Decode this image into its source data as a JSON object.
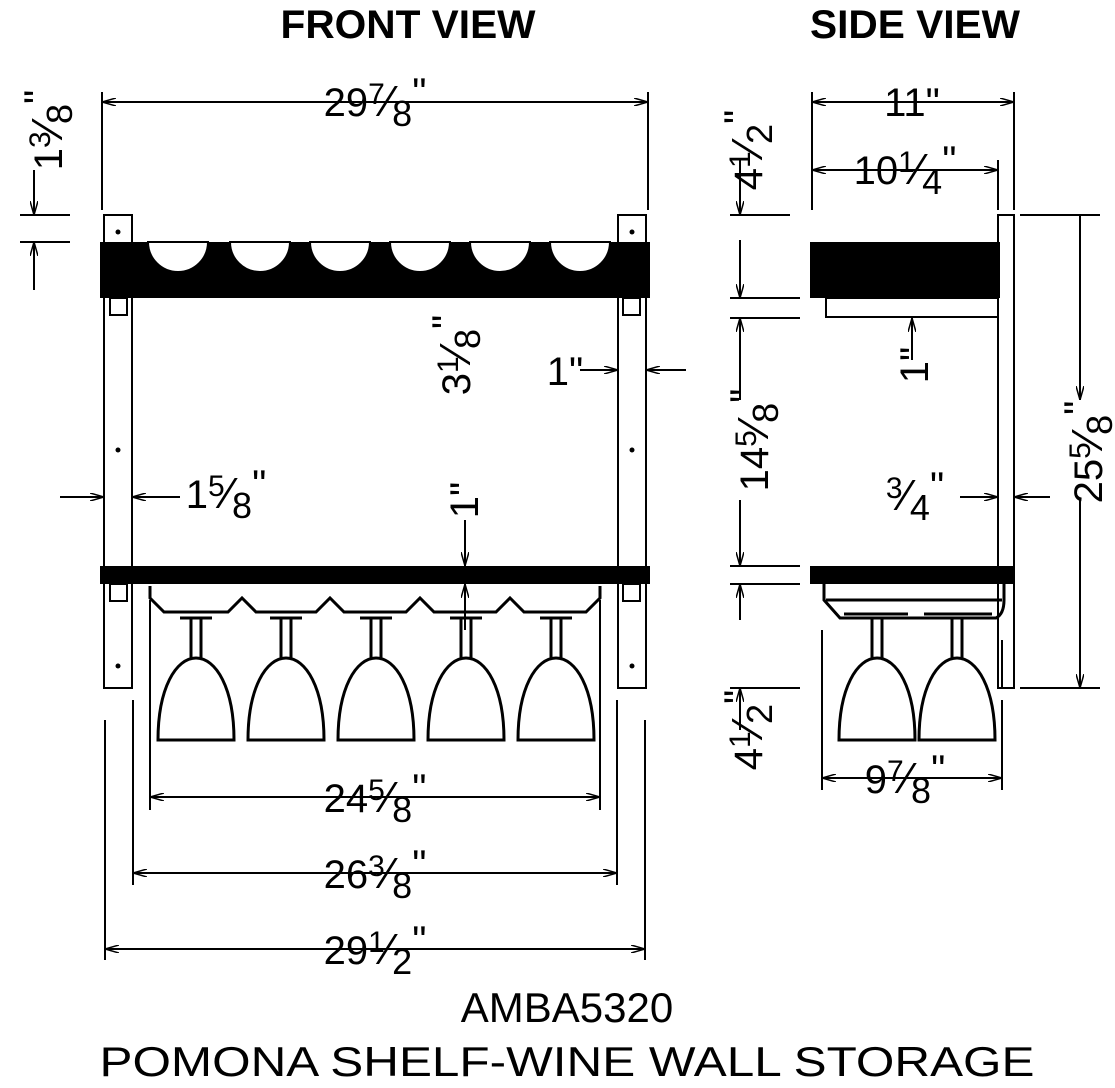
{
  "titles": {
    "front": "FRONT VIEW",
    "side": "SIDE VIEW"
  },
  "footer": {
    "model": "AMBA5320",
    "name": "POMONA SHELF-WINE WALL STORAGE"
  },
  "dimensions": {
    "front_overall_width": {
      "whole": "29",
      "num": "7",
      "den": "8"
    },
    "front_top_offset": {
      "whole": "1",
      "num": "3",
      "den": "8"
    },
    "front_shelf_depth": {
      "whole": "3",
      "num": "1",
      "den": "8"
    },
    "front_post_width": {
      "whole": "1",
      "num": "",
      "den": ""
    },
    "front_post_inset": {
      "whole": "1",
      "num": "5",
      "den": "8"
    },
    "front_bottom_shelf": {
      "whole": "1",
      "num": "",
      "den": ""
    },
    "front_hanger_width": {
      "whole": "24",
      "num": "5",
      "den": "8"
    },
    "front_inner_width": {
      "whole": "26",
      "num": "3",
      "den": "8"
    },
    "front_base_width": {
      "whole": "29",
      "num": "1",
      "den": "2"
    },
    "side_overall_depth": {
      "whole": "11",
      "num": "",
      "den": ""
    },
    "side_shelf_depth": {
      "whole": "10",
      "num": "1",
      "den": "4"
    },
    "side_top_gap": {
      "whole": "4",
      "num": "1",
      "den": "2"
    },
    "side_shelf_spacing": {
      "whole": "14",
      "num": "5",
      "den": "8"
    },
    "side_lip": {
      "whole": "1",
      "num": "",
      "den": ""
    },
    "side_board_thickness": {
      "whole": "",
      "num": "3",
      "den": "4"
    },
    "side_overall_height": {
      "whole": "25",
      "num": "5",
      "den": "8"
    },
    "side_bottom_gap": {
      "whole": "4",
      "num": "1",
      "den": "2"
    },
    "side_hanger_depth": {
      "whole": "9",
      "num": "7",
      "den": "8"
    }
  }
}
